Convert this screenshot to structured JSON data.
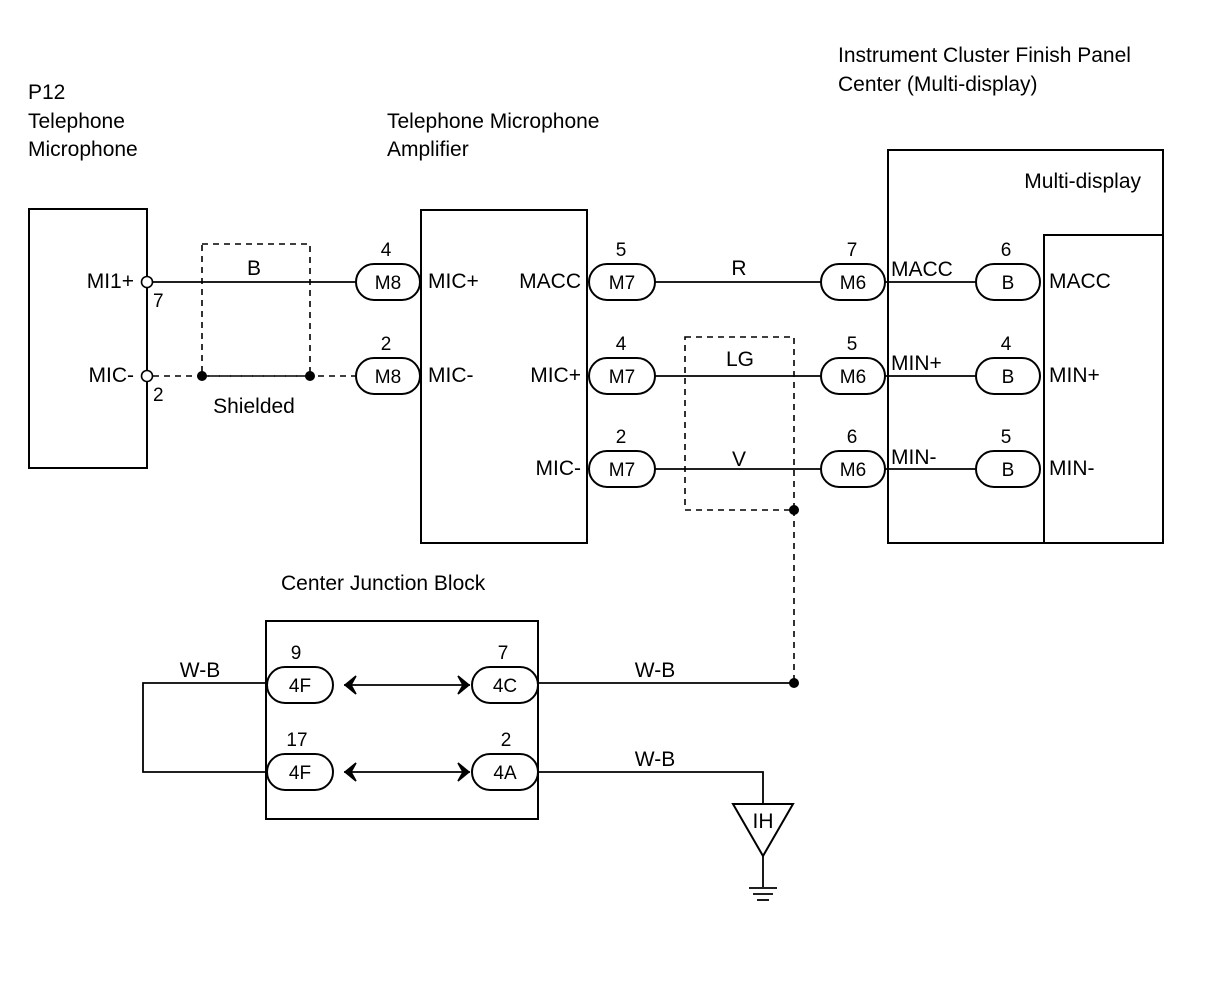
{
  "components": {
    "p12": {
      "code": "P12",
      "line1": "Telephone",
      "line2": "Microphone",
      "pin_pos": "MI1+",
      "pin_neg": "MIC-",
      "pin_pos_num": "7",
      "pin_neg_num": "2"
    },
    "amp": {
      "line1": "Telephone Microphone",
      "line2": "Amplifier",
      "mic_pos": "MIC+",
      "mic_neg": "MIC-",
      "macc": "MACC",
      "out_pos": "MIC+",
      "out_neg": "MIC-"
    },
    "cluster": {
      "line1": "Instrument Cluster Finish Panel",
      "line2": "Center (Multi-display)",
      "inner_label": "Multi-display",
      "macc": "MACC",
      "min_pos": "MIN+",
      "min_neg": "MIN-",
      "inner_macc": "MACC",
      "inner_min_pos": "MIN+",
      "inner_min_neg": "MIN-"
    },
    "junction": {
      "title": "Center Junction Block"
    }
  },
  "connectors": {
    "m8_top": {
      "name": "M8",
      "pin": "4"
    },
    "m8_bot": {
      "name": "M8",
      "pin": "2"
    },
    "m7_a": {
      "name": "M7",
      "pin": "5"
    },
    "m7_b": {
      "name": "M7",
      "pin": "4"
    },
    "m7_c": {
      "name": "M7",
      "pin": "2"
    },
    "m6_a": {
      "name": "M6",
      "pin": "7"
    },
    "m6_b": {
      "name": "M6",
      "pin": "5"
    },
    "m6_c": {
      "name": "M6",
      "pin": "6"
    },
    "b_a": {
      "name": "B",
      "pin": "6"
    },
    "b_b": {
      "name": "B",
      "pin": "4"
    },
    "b_c": {
      "name": "B",
      "pin": "5"
    },
    "f4_top": {
      "name": "4F",
      "pin": "9"
    },
    "c4": {
      "name": "4C",
      "pin": "7"
    },
    "f4_bot": {
      "name": "4F",
      "pin": "17"
    },
    "a4": {
      "name": "4A",
      "pin": "2"
    }
  },
  "wires": {
    "b": "B",
    "shielded": "Shielded",
    "r": "R",
    "lg": "LG",
    "v": "V",
    "wb_left": "W-B",
    "wb_top": "W-B",
    "wb_bot": "W-B"
  },
  "ground": {
    "label": "IH"
  }
}
